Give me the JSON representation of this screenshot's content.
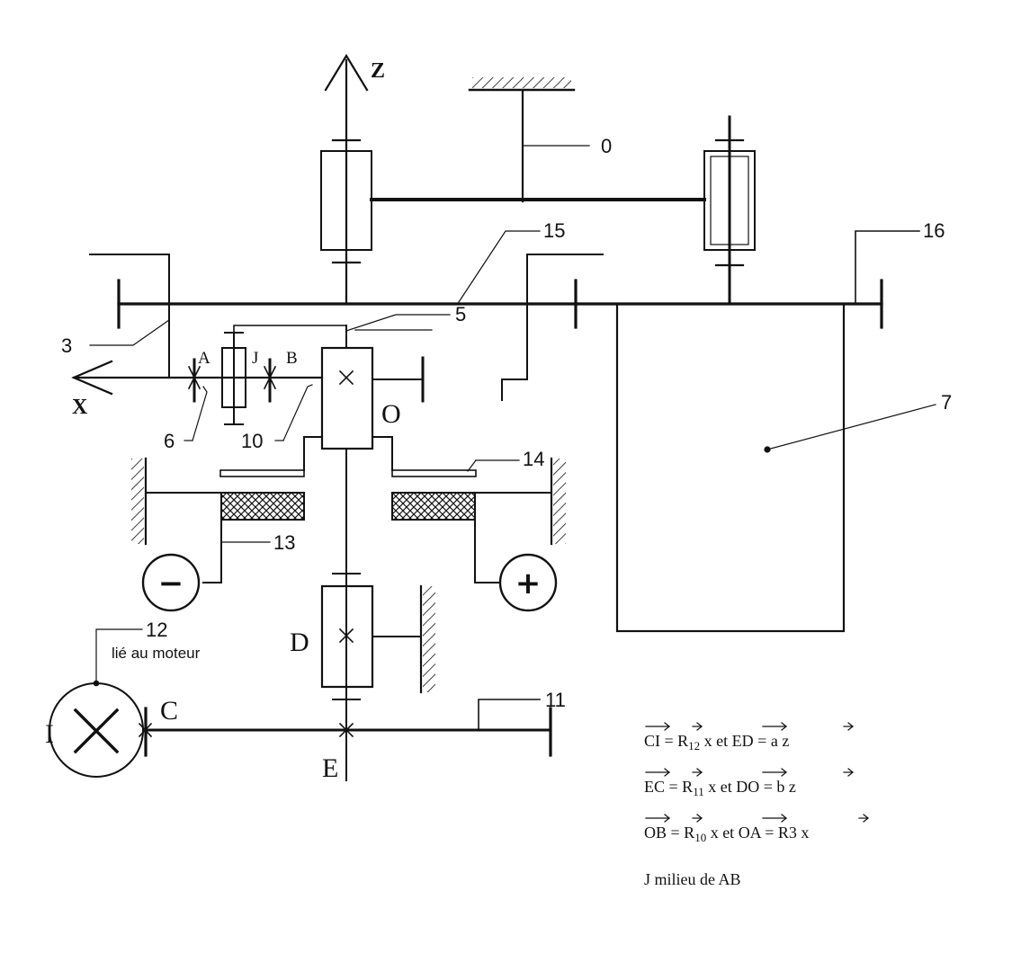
{
  "axes": {
    "z": "Z",
    "x": "X"
  },
  "parts": {
    "p0": "0",
    "p3": "3",
    "p5": "5",
    "p6": "6",
    "p7": "7",
    "p10": "10",
    "p11": "11",
    "p12": "12",
    "p13": "13",
    "p14": "14",
    "p15": "15",
    "p16": "16"
  },
  "points": {
    "A": "A",
    "B": "B",
    "J": "J",
    "O": "O",
    "D": "D",
    "C": "C",
    "E": "E",
    "I": "I"
  },
  "motor_note": "lié au moteur",
  "terminals": {
    "minus": "−",
    "plus": "+"
  },
  "equations": {
    "eq1": {
      "v1": "CI",
      "eqs1": " = R",
      "sub1": "12",
      "vec1": " x",
      "mid": "  et ",
      "v2": "ED",
      "eqs2": " = a ",
      "vec2": "z"
    },
    "eq2": {
      "v1": "EC",
      "eqs1": " = R",
      "sub1": "11",
      "vec1": " x",
      "mid": "  et ",
      "v2": "DO",
      "eqs2": " = b ",
      "vec2": "z"
    },
    "eq3": {
      "v1": "OB",
      "eqs1": " = R",
      "sub1": "10",
      "vec1": " x",
      "mid": "  et ",
      "v2": "OA",
      "eqs2": " = R3 ",
      "vec2": "x"
    },
    "note": "J milieu de AB"
  }
}
